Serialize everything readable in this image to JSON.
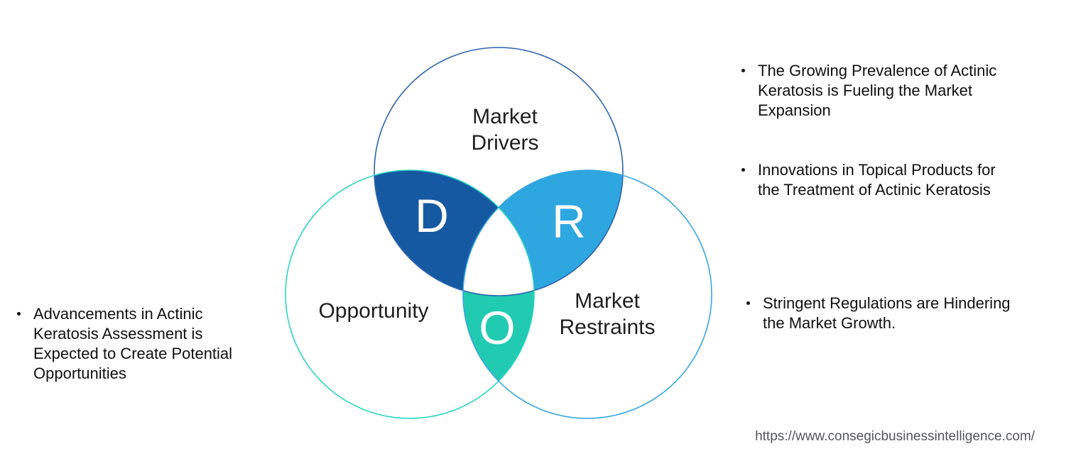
{
  "venn": {
    "drivers": {
      "label": "Market\nDrivers",
      "letter": "D"
    },
    "opportunity": {
      "label": "Opportunity",
      "letter": "O"
    },
    "restraints": {
      "label": "Market\nRestraints",
      "letter": "R"
    }
  },
  "left_bullets": [
    {
      "text": "Advancements in Actinic\nKeratosis Assessment is\nExpected to Create Potential\nOpportunities"
    }
  ],
  "right_bullets": [
    {
      "text": "The Growing Prevalence of Actinic\nKeratosis is Fueling the Market\nExpansion"
    },
    {
      "text": "Innovations in Topical Products for\nthe Treatment of Actinic Keratosis"
    },
    {
      "text": "Stringent Regulations are Hindering\nthe Market Growth."
    }
  ],
  "footer": {
    "url": "https://www.consegicbusinessintelligence.com/"
  },
  "colors": {
    "drivers_fill": "#1659A3",
    "restraints_fill": "#2EA7E0",
    "opportunity_fill": "#21CBB1",
    "drivers_stroke": "#2F63AE",
    "opportunity_stroke": "#2CD5C1",
    "restraints_stroke": "#36A6DF",
    "triple_overlap": "#ffffff"
  }
}
